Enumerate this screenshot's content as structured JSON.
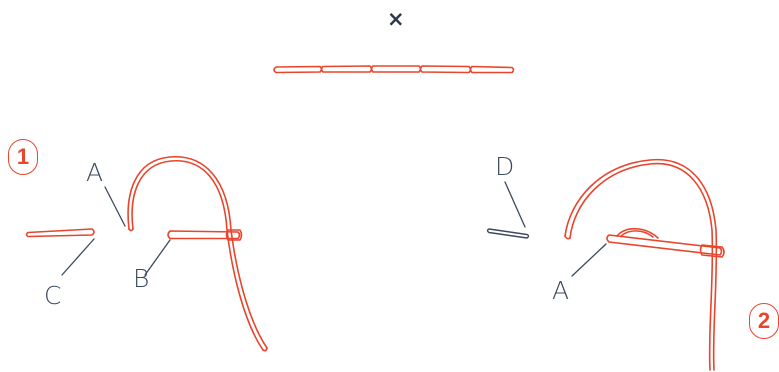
{
  "colors": {
    "wire": "#e8452c",
    "ink": "#3c4a5e"
  },
  "header": {
    "multiplier_symbol": "×"
  },
  "step1": {
    "number": "1",
    "labels": {
      "a": "A",
      "b": "B",
      "c": "C"
    }
  },
  "step2": {
    "number": "2",
    "labels": {
      "a": "A",
      "d": "D"
    }
  }
}
